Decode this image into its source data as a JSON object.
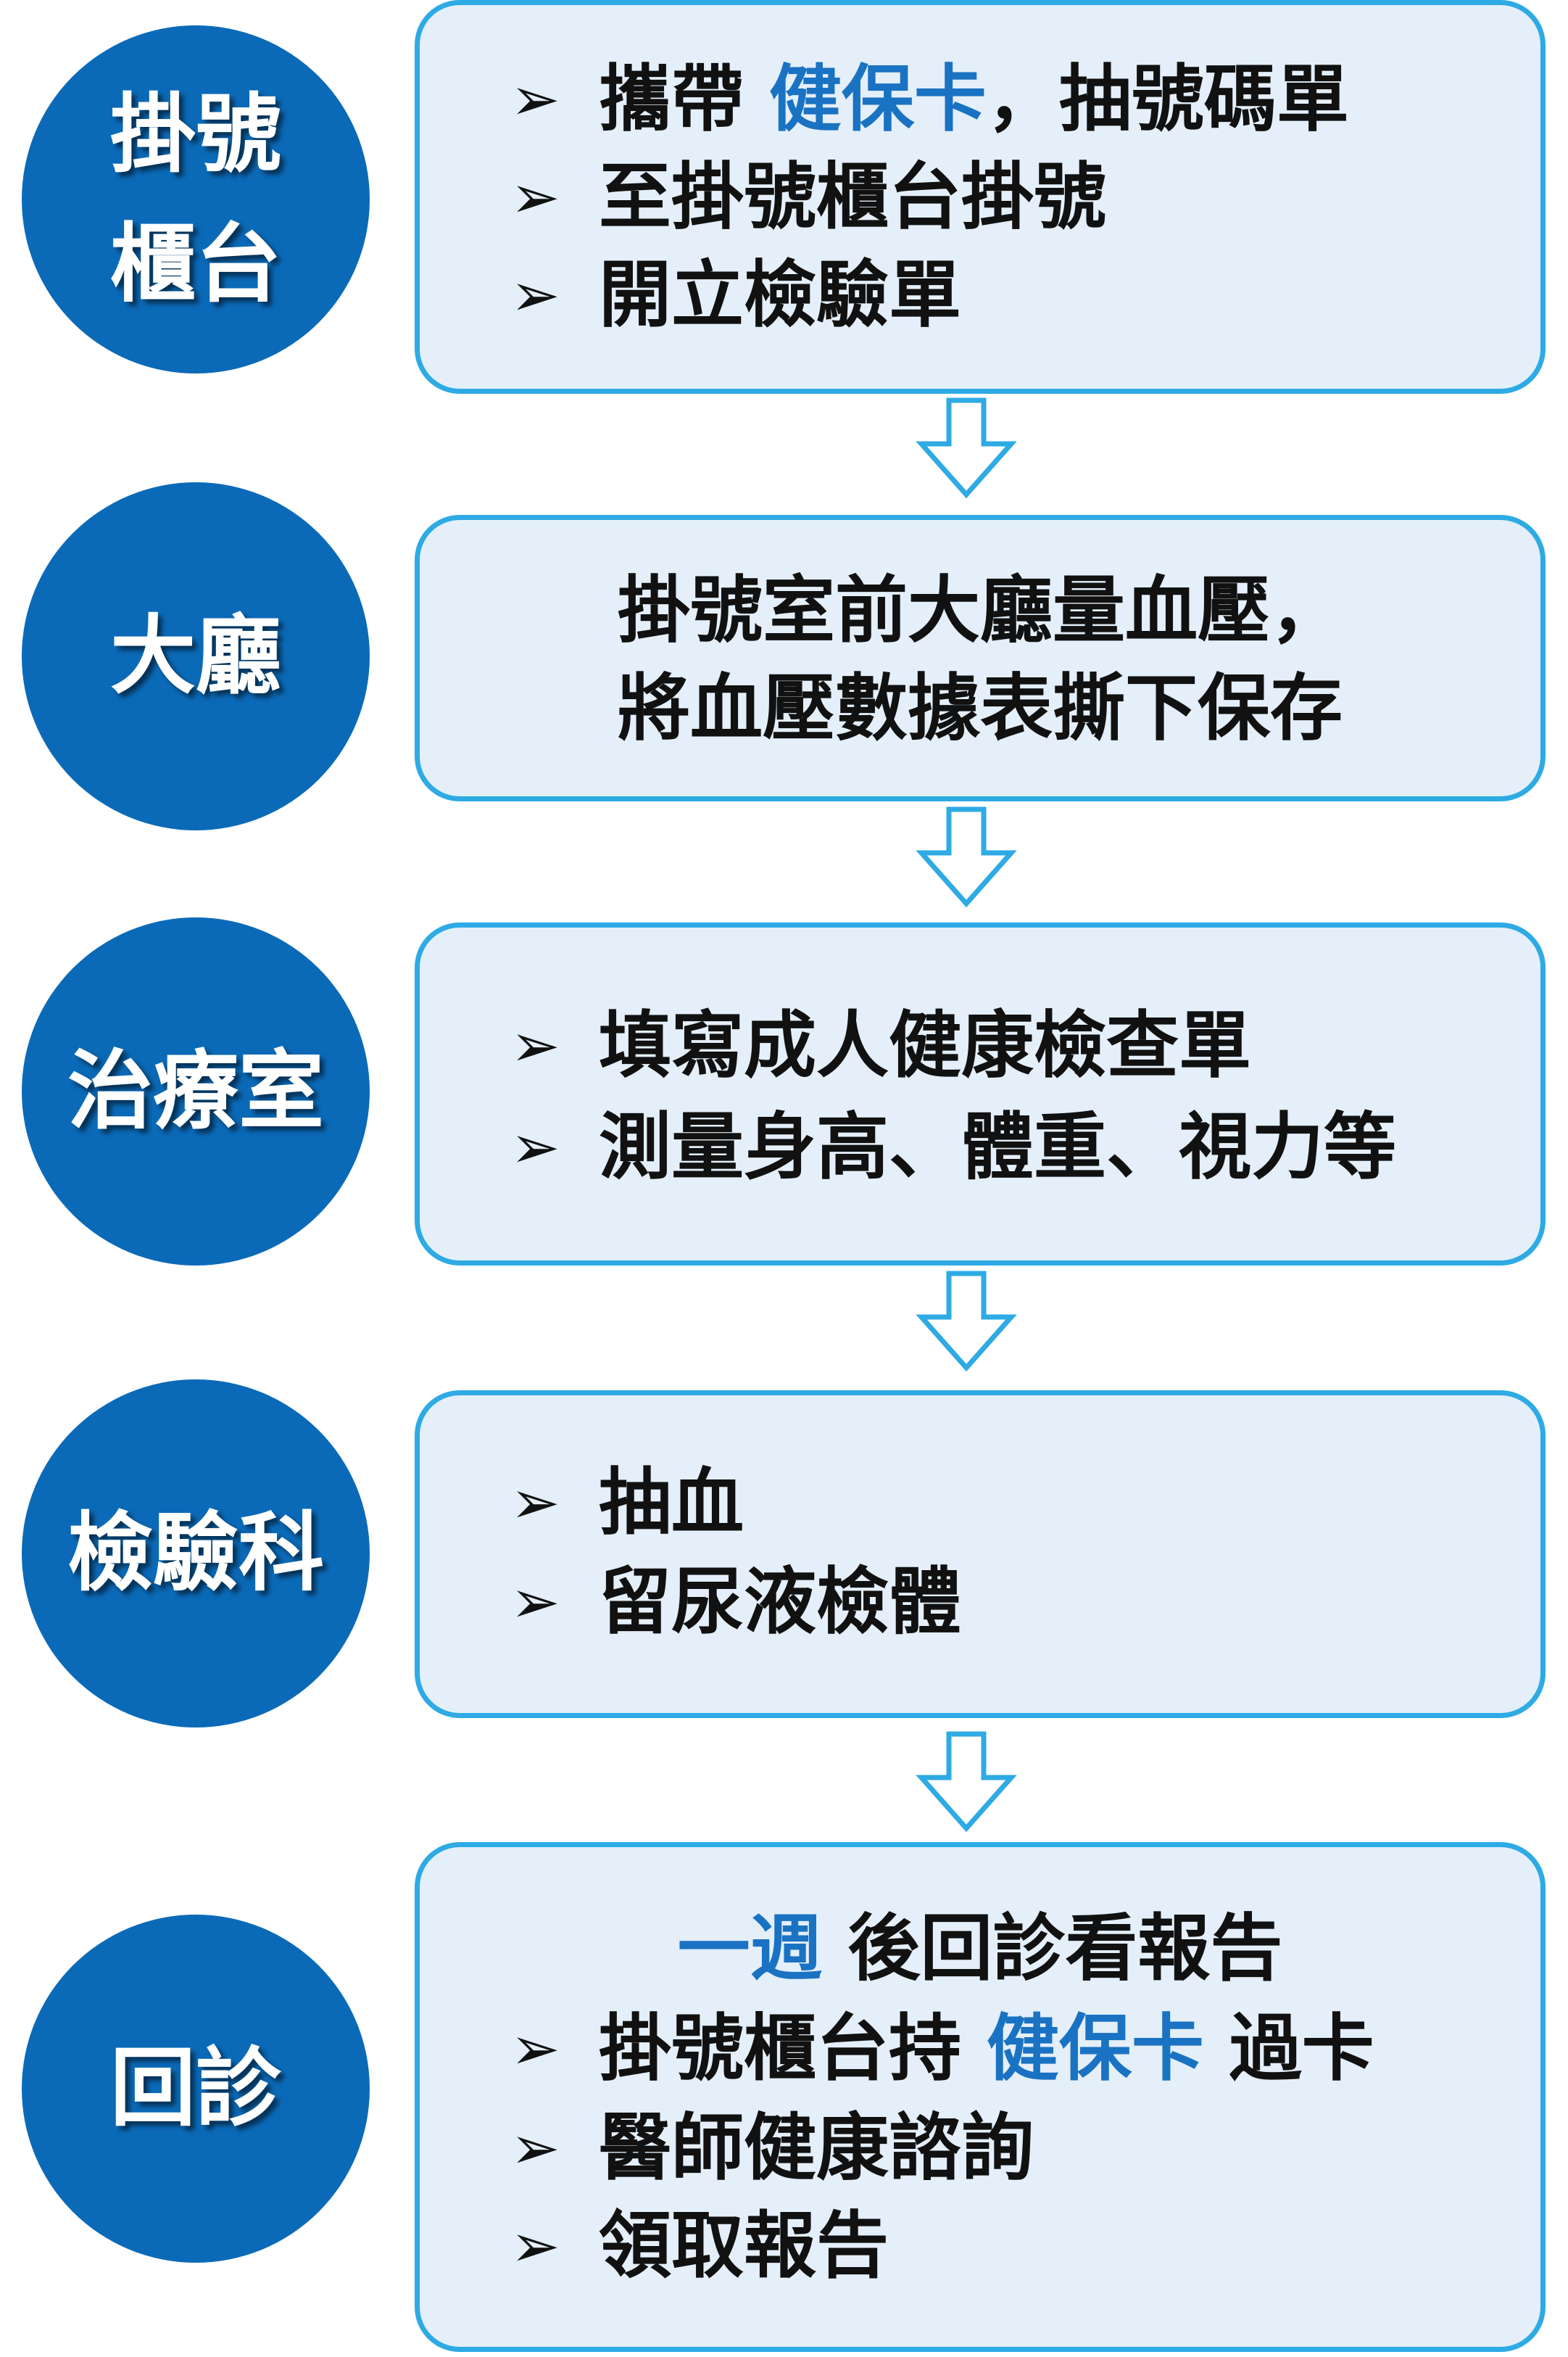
{
  "steps": [
    {
      "station": [
        "掛號",
        "櫃台"
      ],
      "lines": [
        {
          "bullet": true,
          "parts": [
            {
              "text": "攜帶 ",
              "hl": false
            },
            {
              "text": "健保卡",
              "hl": true
            },
            {
              "text": "，抽號碼單",
              "hl": false
            }
          ]
        },
        {
          "bullet": true,
          "parts": [
            {
              "text": "至掛號櫃台掛號",
              "hl": false
            }
          ]
        },
        {
          "bullet": true,
          "parts": [
            {
              "text": "開立檢驗單",
              "hl": false
            }
          ]
        }
      ]
    },
    {
      "station": [
        "大廳"
      ],
      "lines": [
        {
          "bullet": false,
          "parts": [
            {
              "text": "掛號室前大廳量血壓，",
              "hl": false
            }
          ]
        },
        {
          "bullet": false,
          "parts": [
            {
              "text": "將血壓數據表撕下保存",
              "hl": false
            }
          ]
        }
      ]
    },
    {
      "station": [
        "治療室"
      ],
      "lines": [
        {
          "bullet": true,
          "parts": [
            {
              "text": "填寫成人健康檢查單",
              "hl": false
            }
          ]
        },
        {
          "bullet": true,
          "parts": [
            {
              "text": "測量身高、體重、視力等",
              "hl": false
            }
          ]
        }
      ]
    },
    {
      "station": [
        "檢驗科"
      ],
      "lines": [
        {
          "bullet": true,
          "parts": [
            {
              "text": "抽血",
              "hl": false
            }
          ]
        },
        {
          "bullet": true,
          "parts": [
            {
              "text": "留尿液檢體",
              "hl": false
            }
          ]
        }
      ]
    },
    {
      "station": [
        "回診"
      ],
      "lines": [
        {
          "bullet": false,
          "parts": [
            {
              "text": "一週",
              "hl": true
            },
            {
              "text": " 後回診看報告",
              "hl": false
            }
          ]
        },
        {
          "bullet": true,
          "parts": [
            {
              "text": "掛號櫃台持 ",
              "hl": false
            },
            {
              "text": "健保卡",
              "hl": true
            },
            {
              "text": " 過卡",
              "hl": false
            }
          ]
        },
        {
          "bullet": true,
          "parts": [
            {
              "text": "醫師健康諮詢",
              "hl": false
            }
          ]
        },
        {
          "bullet": true,
          "parts": [
            {
              "text": "領取報告",
              "hl": false
            }
          ]
        }
      ]
    }
  ],
  "bullet_symbol": "➢",
  "colors": {
    "circle": "#0b6ab8",
    "box_fill": "#e4eff9",
    "box_border": "#2eaae4",
    "highlight": "#1a72c2",
    "arrow": "#2eaae4"
  }
}
